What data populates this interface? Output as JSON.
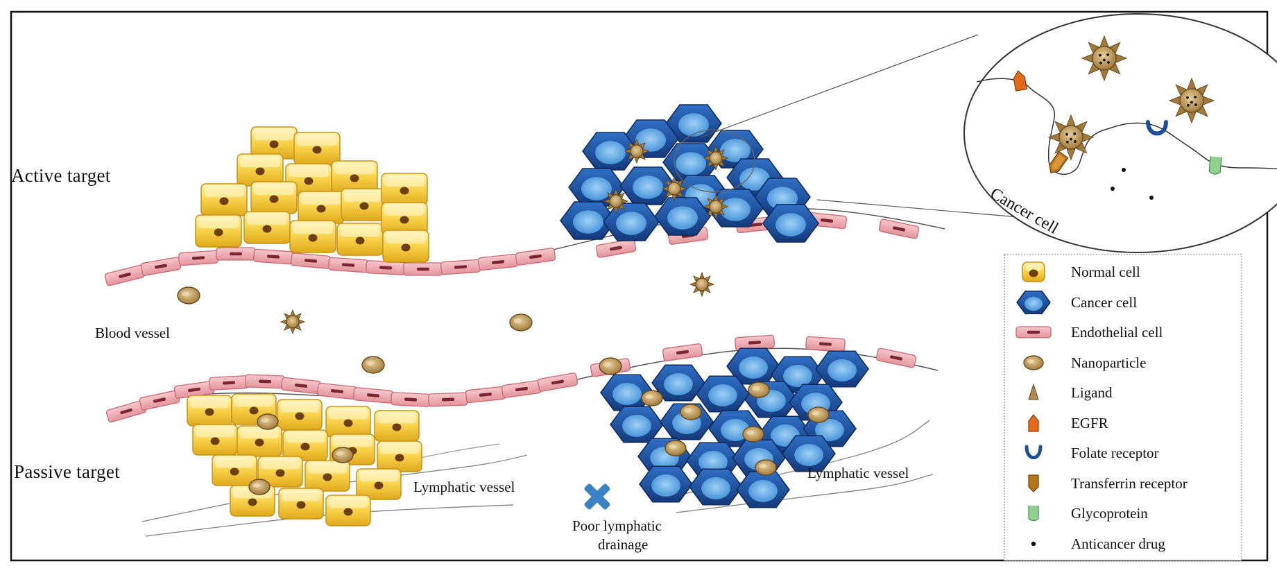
{
  "labels": {
    "active_target": "Active target",
    "passive_target": "Passive target",
    "blood_vessel": "Blood vessel",
    "lymphatic_vessel_left": "Lymphatic vessel",
    "lymphatic_vessel_right": "Lymphatic vessel",
    "poor_drainage_line1": "Poor lymphatic",
    "poor_drainage_line2": "drainage",
    "cancer_cell_zoom": "Cancer cell"
  },
  "legend": [
    {
      "key": "normal-cell",
      "label": "Normal cell"
    },
    {
      "key": "cancer-cell",
      "label": "Cancer cell"
    },
    {
      "key": "endothelial-cell",
      "label": "Endothelial cell"
    },
    {
      "key": "nanoparticle",
      "label": "Nanoparticle"
    },
    {
      "key": "ligand",
      "label": "Ligand"
    },
    {
      "key": "egfr",
      "label": "EGFR"
    },
    {
      "key": "folate-receptor",
      "label": "Folate receptor"
    },
    {
      "key": "transferrin-receptor",
      "label": "Transferrin receptor"
    },
    {
      "key": "glycoprotein",
      "label": "Glycoprotein"
    },
    {
      "key": "anticancer-drug",
      "label": "Anticancer drug"
    }
  ],
  "colors": {
    "normal_cell": "#f5c842",
    "cancer_cell": "#1d4e9e",
    "endothelial": "#e8a0a8",
    "nanoparticle": "#b08a4a",
    "egfr": "#e06a1a",
    "folate": "#1d4e9e",
    "transferrin": "#b8741a",
    "glycoprotein": "#8fcf8f"
  },
  "icons": {
    "poor_drainage": "x-cross-icon",
    "ligand": "triangle-icon"
  }
}
